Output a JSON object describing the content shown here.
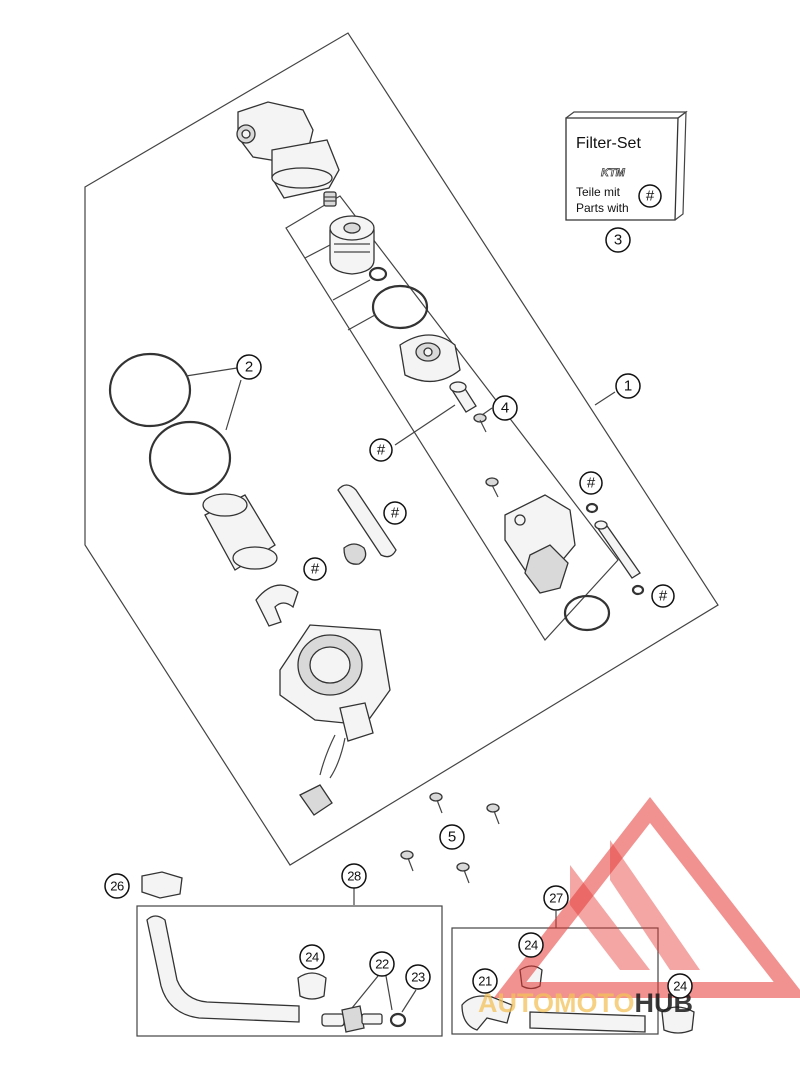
{
  "filter_set": {
    "title": "Filter-Set",
    "brand": "KTM",
    "line1": "Teile mit",
    "line2": "Parts with",
    "marker": "#"
  },
  "callouts": {
    "c1": "1",
    "c2": "2",
    "c3": "3",
    "c4": "4",
    "c5": "5",
    "c21": "21",
    "c22": "22",
    "c23": "23",
    "c24a": "24",
    "c24b": "24",
    "c24c": "24",
    "c26": "26",
    "c27": "27",
    "c28": "28",
    "h1": "#",
    "h2": "#",
    "h3": "#",
    "h4": "#",
    "h5": "#"
  },
  "watermark": {
    "part1": "AUTO",
    "part2": "MOTO",
    "part3": "HUB",
    "color_auto": "#f4c25a",
    "color_moto": "#f4c25a",
    "color_hub": "#1a1a1a",
    "logo_color": "#e53935"
  }
}
